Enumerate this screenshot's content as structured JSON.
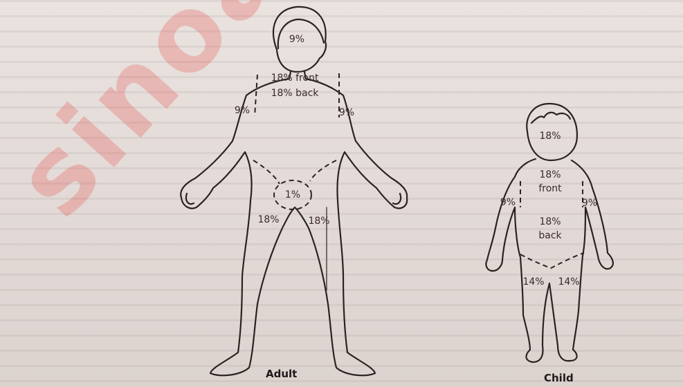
{
  "adult": {
    "caption": "Adult",
    "head": "9%",
    "trunk_front": "18% front",
    "trunk_back": "18% back",
    "left_arm": "9%",
    "right_arm": "9%",
    "genital": "1%",
    "left_leg": "18%",
    "right_leg": "18%"
  },
  "child": {
    "caption": "Child",
    "head": "18%",
    "trunk_front_pct": "18%",
    "trunk_front_word": "front",
    "trunk_back_pct": "18%",
    "trunk_back_word": "back",
    "left_arm": "9%",
    "right_arm": "9%",
    "left_leg": "14%",
    "right_leg": "14%"
  },
  "watermark": "sinoaye"
}
